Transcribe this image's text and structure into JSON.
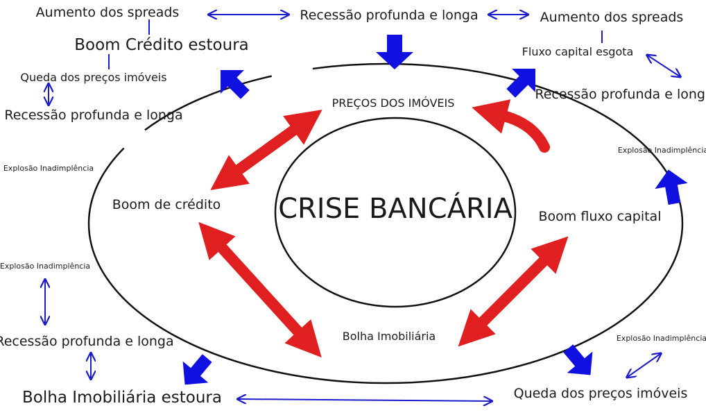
{
  "center": "CRISE BANCÁRIA",
  "cycle_nodes": {
    "top": "PREÇOS DOS IMÓVEIS",
    "left": "Boom de crédito",
    "right": "Boom fluxo capital",
    "bottom": "Bolha Imobiliária"
  },
  "outer": {
    "tl_spreads": "Aumento dos spreads",
    "tl_boom": "Boom Crédito estoura",
    "tl_queda": "Queda dos preços imóveis",
    "tl_recessao": "Recessão profunda e longa",
    "top_recessao": "Recessão profunda e longa",
    "tr_spreads": "Aumento dos spreads",
    "tr_fluxo": "Fluxo capital esgota",
    "tr_recessao": "Recessão profunda e longa",
    "left_explosao_1": "Explosão Inadimplência",
    "left_explosao_2": "Explosão Inadimplência",
    "right_explosao": "Explosão Inadimplência",
    "bl_recessao": "Recessão profunda e longa",
    "bl_bolha": "Bolha Imobiliária estoura",
    "br_explosao": "Explosão Inadimplência",
    "br_queda": "Queda dos preços imóveis"
  },
  "colors": {
    "red_arrow": "#e02020",
    "blue_arrow": "#1010e0",
    "blue_line": "#1a1acc",
    "ring": "#111111"
  }
}
